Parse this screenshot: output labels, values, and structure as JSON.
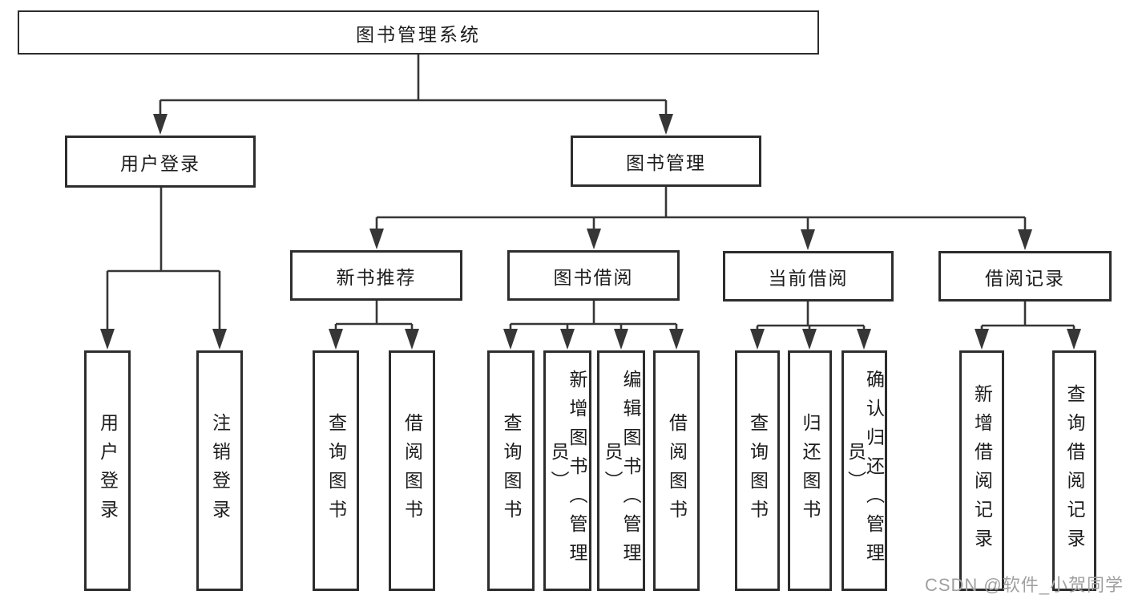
{
  "colors": {
    "background": "#ffffff",
    "line": "#363636",
    "box_border": "#2d2d2d",
    "box_fill": "#ffffff",
    "text": "#1c1c1c",
    "watermark": "#a0a0a0"
  },
  "watermark": {
    "text": "CSDN @软件_小贺同学"
  },
  "diagram": {
    "type": "hierarchy-tree",
    "nodes": [
      {
        "id": "root",
        "label": "图书管理系统",
        "level": 0
      },
      {
        "id": "user-login",
        "label": "用户登录",
        "level": 1
      },
      {
        "id": "book-management",
        "label": "图书管理",
        "level": 1
      },
      {
        "id": "new-book-recommendation",
        "label": "新书推荐",
        "level": 2
      },
      {
        "id": "book-borrowing",
        "label": "图书借阅",
        "level": 2
      },
      {
        "id": "current-borrowing",
        "label": "当前借阅",
        "level": 2
      },
      {
        "id": "borrowing-records",
        "label": "借阅记录",
        "level": 2
      },
      {
        "id": "leaf-user-login",
        "label": "用户登录",
        "level": 3
      },
      {
        "id": "leaf-logout",
        "label": "注销登录",
        "level": 3
      },
      {
        "id": "leaf-nbr-query-books",
        "label": "查询图书",
        "level": 3
      },
      {
        "id": "leaf-nbr-borrow-books",
        "label": "借阅图书",
        "level": 3
      },
      {
        "id": "leaf-bb-query-books",
        "label": "查询图书",
        "level": 3
      },
      {
        "id": "leaf-bb-add-books",
        "label": "新增图书（管理员）",
        "level": 3
      },
      {
        "id": "leaf-bb-edit-books",
        "label": "编辑图书（管理员）",
        "level": 3
      },
      {
        "id": "leaf-bb-borrow-books",
        "label": "借阅图书",
        "level": 3
      },
      {
        "id": "leaf-cb-query-books",
        "label": "查询图书",
        "level": 3
      },
      {
        "id": "leaf-cb-return-books",
        "label": "归还图书",
        "level": 3
      },
      {
        "id": "leaf-cb-confirm-return",
        "label": "确认归还（管理员）",
        "level": 3
      },
      {
        "id": "leaf-br-add-record",
        "label": "新增借阅记录",
        "level": 3
      },
      {
        "id": "leaf-br-query-record",
        "label": "查询借阅记录",
        "level": 3
      }
    ],
    "edges": [
      {
        "from": "root",
        "to": "user-login"
      },
      {
        "from": "root",
        "to": "book-management"
      },
      {
        "from": "user-login",
        "to": "leaf-user-login"
      },
      {
        "from": "user-login",
        "to": "leaf-logout"
      },
      {
        "from": "book-management",
        "to": "new-book-recommendation"
      },
      {
        "from": "book-management",
        "to": "book-borrowing"
      },
      {
        "from": "book-management",
        "to": "current-borrowing"
      },
      {
        "from": "book-management",
        "to": "borrowing-records"
      },
      {
        "from": "new-book-recommendation",
        "to": "leaf-nbr-query-books"
      },
      {
        "from": "new-book-recommendation",
        "to": "leaf-nbr-borrow-books"
      },
      {
        "from": "book-borrowing",
        "to": "leaf-bb-query-books"
      },
      {
        "from": "book-borrowing",
        "to": "leaf-bb-add-books"
      },
      {
        "from": "book-borrowing",
        "to": "leaf-bb-edit-books"
      },
      {
        "from": "book-borrowing",
        "to": "leaf-bb-borrow-books"
      },
      {
        "from": "current-borrowing",
        "to": "leaf-cb-query-books"
      },
      {
        "from": "current-borrowing",
        "to": "leaf-cb-return-books"
      },
      {
        "from": "current-borrowing",
        "to": "leaf-cb-confirm-return"
      },
      {
        "from": "borrowing-records",
        "to": "leaf-br-add-record"
      },
      {
        "from": "borrowing-records",
        "to": "leaf-br-query-record"
      }
    ]
  }
}
